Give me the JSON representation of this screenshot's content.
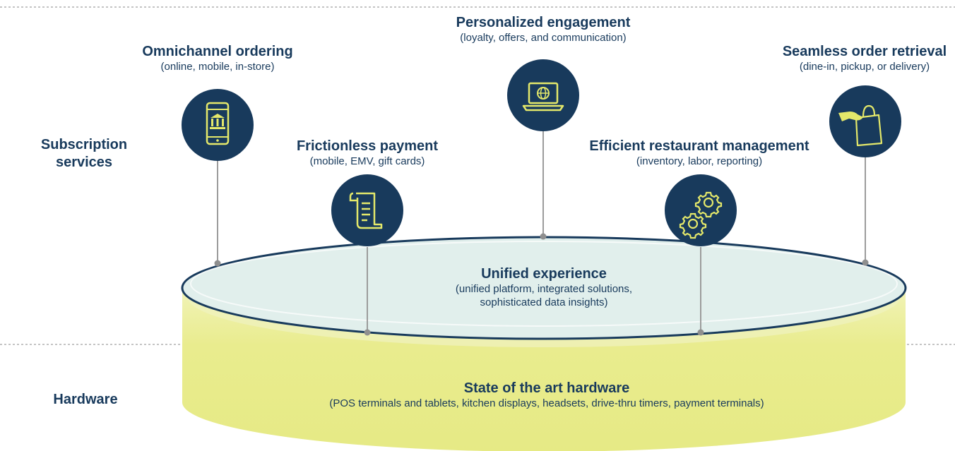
{
  "layers": {
    "subscription": "Subscription services",
    "subscription_line1": "Subscription",
    "subscription_line2": "services",
    "hardware": "Hardware"
  },
  "features": [
    {
      "title": "Omnichannel ordering",
      "subtitle": "(online, mobile, in-store)",
      "icon": "mobile-bank-icon"
    },
    {
      "title": "Frictionless payment",
      "subtitle": "(mobile, EMV, gift cards)",
      "icon": "receipt-scroll-icon"
    },
    {
      "title": "Personalized engagement",
      "subtitle": "(loyalty, offers, and communication)",
      "icon": "laptop-globe-icon"
    },
    {
      "title": "Efficient restaurant management",
      "subtitle": "(inventory, labor, reporting)",
      "icon": "gears-icon"
    },
    {
      "title": "Seamless order retrieval",
      "subtitle": "(dine-in, pickup, or delivery)",
      "icon": "shopping-bag-hand-icon"
    }
  ],
  "platform": {
    "title": "Unified experience",
    "subtitle_line1": "(unified platform, integrated solutions,",
    "subtitle_line2": "sophisticated data insights)"
  },
  "hardware_base": {
    "title": "State of the art hardware",
    "subtitle": "(POS terminals and tablets, kitchen displays, headsets, drive-thru timers, payment terminals)"
  },
  "colors": {
    "navy": "#183a5c",
    "icon_yellow": "#e4e86a",
    "cylinder_fill": "#eef0a2",
    "platform_fill": "#e1efec",
    "platform_stroke": "#183a5c",
    "stem": "#9a9a9a",
    "divider": "#888888"
  }
}
